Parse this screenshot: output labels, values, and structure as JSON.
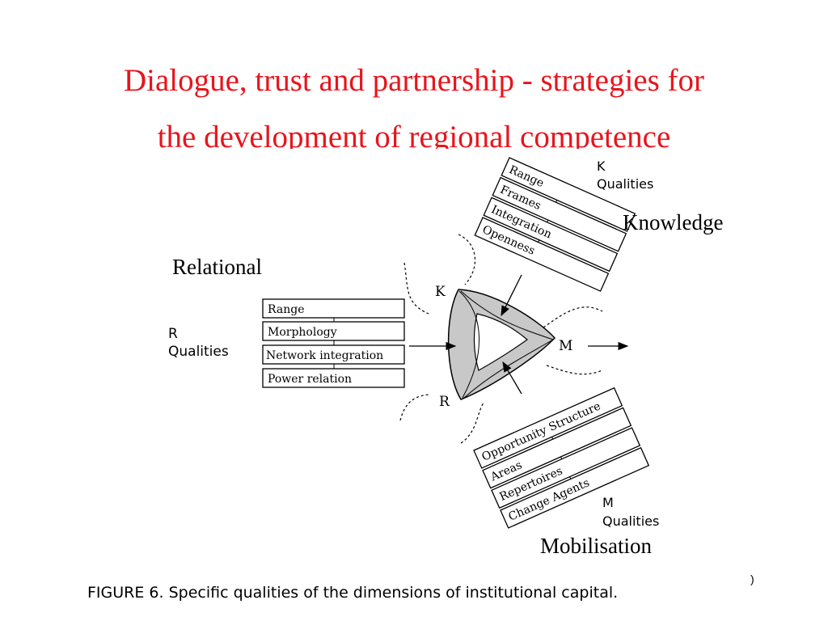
{
  "title_lines": [
    "Dialogue, trust and partnership - strategies for",
    "the development of regional competence"
  ],
  "dimension_labels": {
    "relational": "Relational",
    "knowledge": "Knowledge",
    "mobilisation": "Mobilisation"
  },
  "r_qualities": {
    "letter": "R",
    "heading": "Qualities",
    "items": [
      "Range",
      "Morphology",
      "Network integration",
      "Power relation"
    ]
  },
  "k_qualities": {
    "letter": "K",
    "heading": "Qualities",
    "items": [
      "Range",
      "Frames",
      "Integration",
      "Openness"
    ]
  },
  "m_qualities": {
    "letter": "M",
    "heading": "Qualities",
    "items": [
      "Opportunity Structure",
      "Areas",
      "Repertoires",
      "Change Agents"
    ]
  },
  "triangle_vertices": {
    "k": "K",
    "m": "M",
    "r": "R"
  },
  "caption": "FIGURE 6. Specific qualities of the dimensions of institutional capital.",
  "page_mark": ")",
  "colors": {
    "title": "#e8141c",
    "triangle_fill": "#c8c8c8"
  }
}
